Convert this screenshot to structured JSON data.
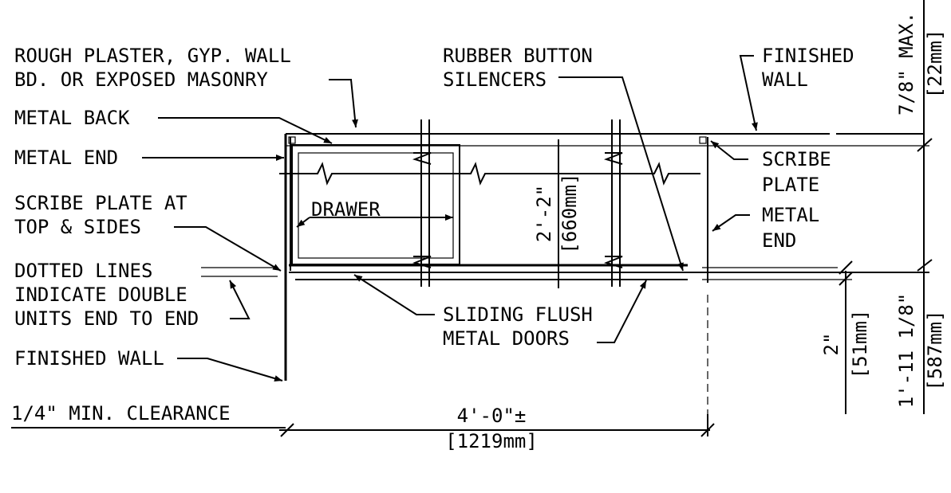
{
  "labels": {
    "rough_plaster_1": "ROUGH PLASTER, GYP. WALL",
    "rough_plaster_2": "BD. OR EXPOSED MASONRY",
    "metal_back": "METAL BACK",
    "metal_end_left": "METAL END",
    "scribe_plate_at_1": "SCRIBE PLATE AT",
    "scribe_plate_at_2": "TOP & SIDES",
    "dotted_lines_1": "DOTTED LINES",
    "dotted_lines_2": "INDICATE DOUBLE",
    "dotted_lines_3": "UNITS END TO END",
    "finished_wall_left": "FINISHED WALL",
    "clearance": "1/4\" MIN. CLEARANCE",
    "rubber_button_1": "RUBBER BUTTON",
    "rubber_button_2": "SILENCERS",
    "finished_wall_right_1": "FINISHED",
    "finished_wall_right_2": "WALL",
    "scribe_plate_right_1": "SCRIBE",
    "scribe_plate_right_2": "PLATE",
    "metal_end_right_1": "METAL",
    "metal_end_right_2": "END",
    "drawer": "DRAWER",
    "sliding_doors_1": "SLIDING FLUSH",
    "sliding_doors_2": "METAL DOORS"
  },
  "dimensions": {
    "width": "4'-0\"±",
    "width_mm": "[1219mm]",
    "height": "2'-2\"",
    "height_mm": "[660mm]",
    "max_depth": "7/8\" MAX.",
    "max_depth_mm": "[22mm]",
    "door_offset": "2\"",
    "door_offset_mm": "[51mm]",
    "total_depth": "1'-11 1/8\"",
    "total_depth_mm": "[587mm]"
  }
}
